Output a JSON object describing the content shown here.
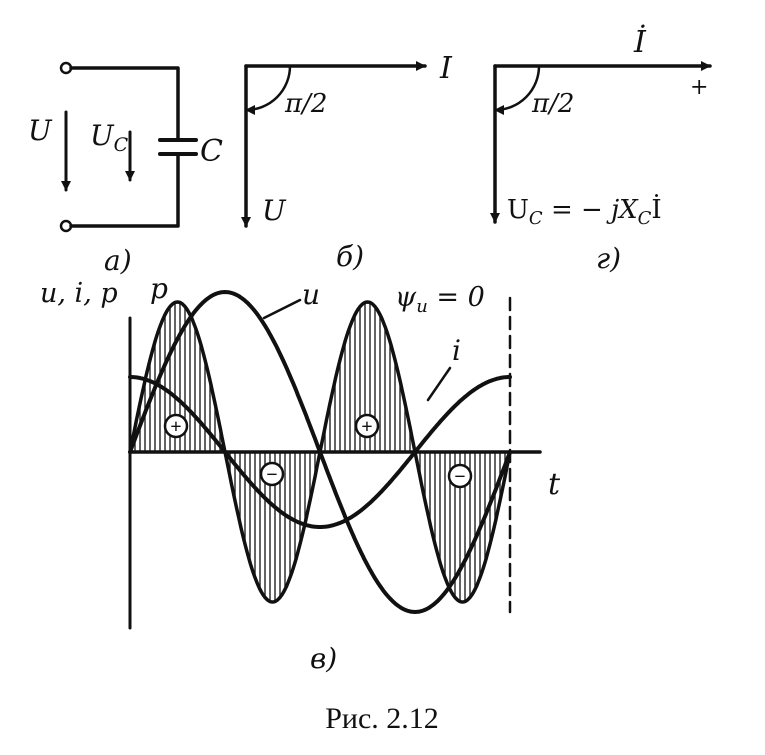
{
  "circuit": {
    "voltage_label": "U",
    "cap_voltage_label": "U",
    "cap_voltage_sub": "C",
    "capacitor_label": "C",
    "caption": "а)"
  },
  "phasor_b": {
    "current_label": "I",
    "voltage_label": "U",
    "angle_label": "π/2",
    "caption": "б)"
  },
  "phasor_g": {
    "current_label": "İ",
    "plus_label": "+",
    "angle_label": "π/2",
    "equation": {
      "u": "U",
      "u_sub": "C",
      "mid": " = − jX",
      "x_sub": "C",
      "i": "İ"
    },
    "caption": "г)"
  },
  "waveform": {
    "axis_label": "u, i, p",
    "p_label": "p",
    "u_label": "u",
    "i_label": "i",
    "phase_label": "ψ",
    "phase_sub": "u",
    "phase_value": " = 0",
    "time_label": "t",
    "sign_labels": [
      "+",
      "−",
      "+",
      "−"
    ],
    "caption": "в)"
  },
  "figure_caption": "Рис.  2.12",
  "chart_data": {
    "type": "line",
    "xlabel": "t",
    "ylabel": "u, i, p",
    "x_period_fraction": [
      0,
      0.125,
      0.25,
      0.375,
      0.5,
      0.625,
      0.75,
      0.875,
      1
    ],
    "series": [
      {
        "name": "u",
        "values": [
          0,
          0.71,
          1,
          0.71,
          0,
          -0.71,
          -1,
          -0.71,
          0
        ]
      },
      {
        "name": "i",
        "values": [
          1,
          0.71,
          0,
          -0.71,
          -1,
          -0.71,
          0,
          0.71,
          1
        ]
      },
      {
        "name": "p",
        "values": [
          0,
          1,
          0,
          -1,
          0,
          1,
          0,
          -1,
          0
        ]
      }
    ]
  }
}
